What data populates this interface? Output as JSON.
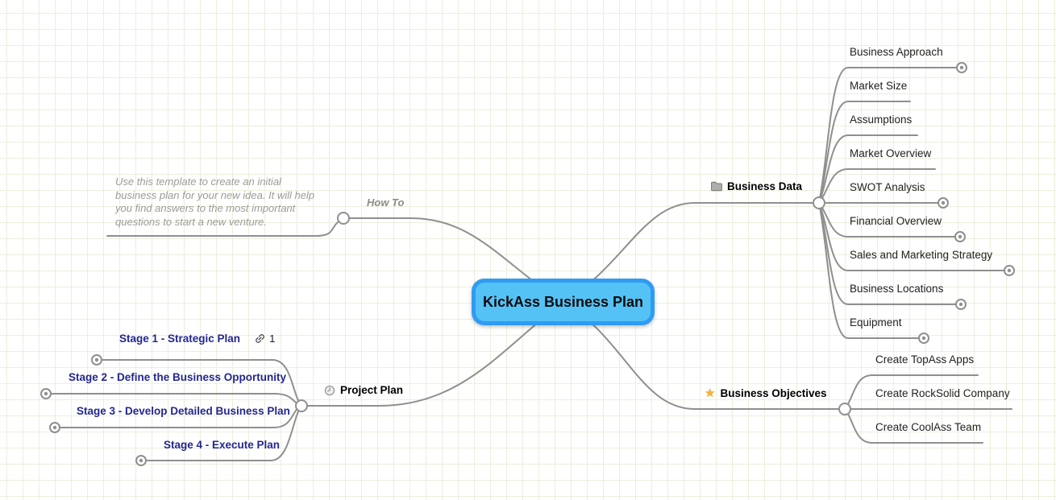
{
  "canvas": {
    "background_color": "#ffffff",
    "grid_color": "#eaf0dc",
    "connector_color": "#8f8f8f"
  },
  "central_node": {
    "label": "KickAss Business Plan",
    "fill_color": "#55c2f5",
    "border_color": "#2f9bf4"
  },
  "branches": {
    "how_to": {
      "label": "How To",
      "note": "Use this template to create an initial business plan for your new idea. It will help you find answers to the most important questions to start a new venture."
    },
    "business_data": {
      "label": "Business Data",
      "icon": "folder-icon",
      "children": [
        {
          "label": "Business Approach",
          "has_collapsed_children": true
        },
        {
          "label": "Market Size",
          "has_collapsed_children": false
        },
        {
          "label": "Assumptions",
          "has_collapsed_children": false
        },
        {
          "label": "Market Overview",
          "has_collapsed_children": false
        },
        {
          "label": "SWOT Analysis",
          "has_collapsed_children": true
        },
        {
          "label": "Financial Overview",
          "has_collapsed_children": true
        },
        {
          "label": "Sales and Marketing Strategy",
          "has_collapsed_children": true
        },
        {
          "label": "Business Locations",
          "has_collapsed_children": true
        },
        {
          "label": "Equipment",
          "has_collapsed_children": true
        }
      ]
    },
    "business_objectives": {
      "label": "Business Objectives",
      "icon": "star-icon",
      "star_glyph": "★",
      "star_color": "#f2b33c",
      "children": [
        {
          "label": "Create TopAss Apps"
        },
        {
          "label": "Create RockSolid Company"
        },
        {
          "label": "Create CoolAss Team"
        }
      ]
    },
    "project_plan": {
      "label": "Project Plan",
      "icon": "clock-icon",
      "stage_text_color": "#23278f",
      "children": [
        {
          "label": "Stage 1 - Strategic Plan",
          "link_icon": "link-icon",
          "link_count": "1",
          "has_collapsed_children": true
        },
        {
          "label": "Stage 2 - Define the Business Opportunity",
          "has_collapsed_children": true
        },
        {
          "label": "Stage 3 - Develop Detailed Business Plan",
          "has_collapsed_children": true
        },
        {
          "label": "Stage 4 - Execute Plan",
          "has_collapsed_children": true
        }
      ]
    }
  }
}
